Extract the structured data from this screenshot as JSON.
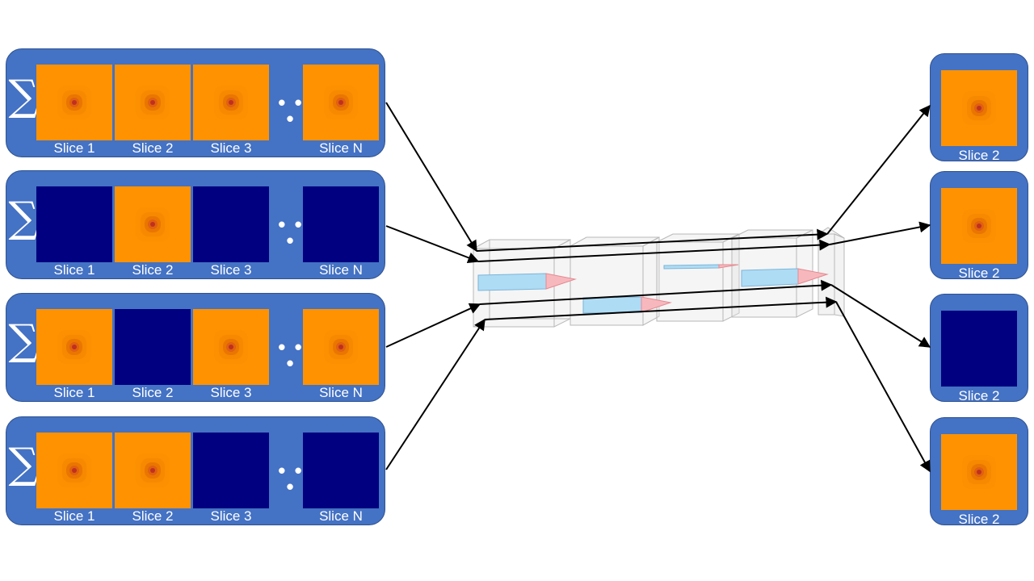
{
  "diagram": {
    "sum_symbol": "∑",
    "ellipsis": "• • •",
    "colors": {
      "panel": "#4472c4",
      "slice_active": "#ff9200",
      "slice_inactive": "#000080",
      "arrow": "#000000"
    },
    "input_groups": [
      {
        "slices": [
          {
            "label": "Slice 1",
            "active": true
          },
          {
            "label": "Slice 2",
            "active": true
          },
          {
            "label": "Slice 3",
            "active": true
          },
          {
            "label": "Slice N",
            "active": true
          }
        ]
      },
      {
        "slices": [
          {
            "label": "Slice 1",
            "active": false
          },
          {
            "label": "Slice 2",
            "active": true
          },
          {
            "label": "Slice 3",
            "active": false
          },
          {
            "label": "Slice N",
            "active": false
          }
        ]
      },
      {
        "slices": [
          {
            "label": "Slice 1",
            "active": true
          },
          {
            "label": "Slice 2",
            "active": false
          },
          {
            "label": "Slice 3",
            "active": true
          },
          {
            "label": "Slice N",
            "active": true
          }
        ]
      },
      {
        "slices": [
          {
            "label": "Slice 1",
            "active": true
          },
          {
            "label": "Slice 2",
            "active": true
          },
          {
            "label": "Slice 3",
            "active": false
          },
          {
            "label": "Slice N",
            "active": false
          }
        ]
      }
    ],
    "outputs": [
      {
        "label": "Slice 2",
        "active": true
      },
      {
        "label": "Slice 2",
        "active": true
      },
      {
        "label": "Slice 2",
        "active": false
      },
      {
        "label": "Slice 2",
        "active": true
      }
    ]
  }
}
